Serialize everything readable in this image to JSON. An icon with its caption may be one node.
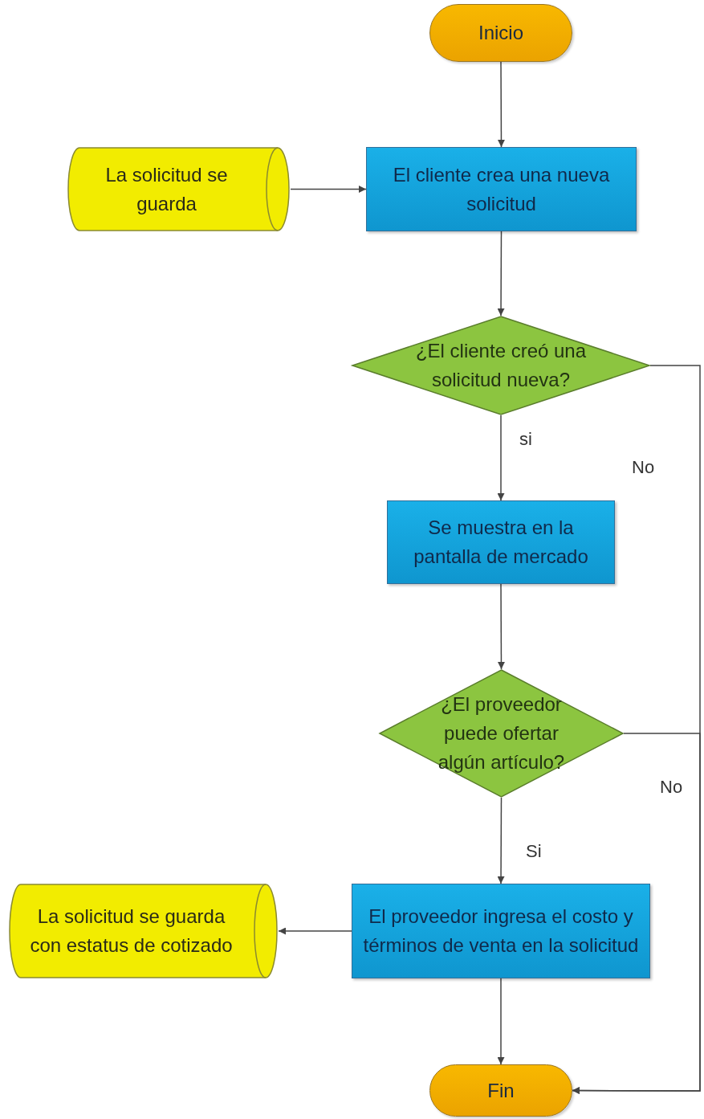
{
  "diagram": {
    "nodes": [
      {
        "text": [
          "Inicio"
        ]
      },
      {
        "text": [
          "La solicitud se guarda"
        ]
      },
      {
        "text": [
          "El cliente crea una nueva solicitud"
        ]
      },
      {
        "text": [
          "¿El cliente creó una solicitud nueva?"
        ]
      },
      {
        "text": [
          "Se muestra en la pantalla de mercado"
        ]
      },
      {
        "text": [
          "¿El proveedor puede ofertar algún artículo?"
        ]
      },
      {
        "text": [
          "La solicitud se guarda con estatus de cotizado"
        ]
      },
      {
        "text": [
          "El proveedor ingresa el costo y términos de venta en la solicitud"
        ]
      },
      {
        "text": [
          "Fin"
        ]
      }
    ],
    "edges": [
      {
        "from": 0,
        "to": 2,
        "arrow": "to"
      },
      {
        "from": 1,
        "to": 2,
        "arrow": "to"
      },
      {
        "from": 2,
        "to": 3,
        "arrow": "to"
      },
      {
        "from": 3,
        "to": 4,
        "arrow": "to",
        "label": "si"
      },
      {
        "from": 3,
        "to": 8,
        "arrow": "to",
        "label": "No"
      },
      {
        "from": 4,
        "to": 5,
        "arrow": "to"
      },
      {
        "from": 5,
        "to": 7,
        "arrow": "to",
        "label": "Si"
      },
      {
        "from": 5,
        "to": 8,
        "arrow": "to",
        "label": "No"
      },
      {
        "from": 7,
        "to": 6,
        "arrow": "to"
      },
      {
        "from": 7,
        "to": 8,
        "arrow": "to"
      }
    ]
  }
}
